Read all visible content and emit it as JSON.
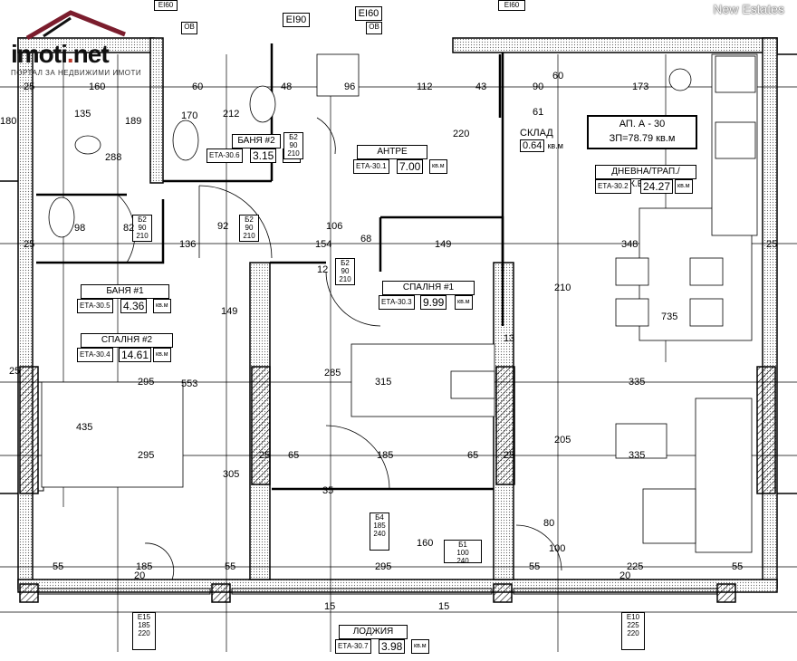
{
  "header": {
    "logo_text": "imoti.net",
    "logo_tagline": "ПОРТАЛ ЗА НЕДВИЖИМИ ИМОТИ",
    "watermark": "New Estates"
  },
  "apartment": {
    "name": "АП. А - 30",
    "area_total": "ЗП=78.79 кв.м"
  },
  "storage": {
    "label": "СКЛАД",
    "area": "0.64",
    "unit": "кв.м"
  },
  "rooms": [
    {
      "id": "bath2",
      "name": "БАНЯ #2",
      "code": "ЕТА-30.6",
      "area": "3.15",
      "unit": "кв.м"
    },
    {
      "id": "hall",
      "name": "АНТРЕ",
      "code": "ЕТА-30.1",
      "area": "7.00",
      "unit": "кв.м"
    },
    {
      "id": "living",
      "name": "ДНЕВНА/ТРАП./К.БОКС",
      "code": "ЕТА-30.2",
      "area": "24.27",
      "unit": "кв.м"
    },
    {
      "id": "bath1",
      "name": "БАНЯ #1",
      "code": "ЕТА-30.5",
      "area": "4.36",
      "unit": "кв.м"
    },
    {
      "id": "bedroom1",
      "name": "СПАЛНЯ #1",
      "code": "ЕТА-30.3",
      "area": "9.99",
      "unit": "кв.м"
    },
    {
      "id": "bedroom2",
      "name": "СПАЛНЯ #2",
      "code": "ЕТА-30.4",
      "area": "14.61",
      "unit": "кв.м"
    },
    {
      "id": "loggia",
      "name": "ЛОДЖИЯ",
      "code": "ЕТА-30.7",
      "area": "3.98",
      "unit": "кв.м"
    }
  ],
  "door_tags": [
    {
      "a": "Б2",
      "b": "90",
      "c": "210"
    },
    {
      "a": "Б2",
      "b": "90",
      "c": "210"
    },
    {
      "a": "Б2",
      "b": "90",
      "c": "210"
    },
    {
      "a": "Б2",
      "b": "90",
      "c": "210"
    },
    {
      "a": "Б1",
      "b": "100",
      "c": "240"
    },
    {
      "a": "Б4",
      "b": "185",
      "c": "240"
    },
    {
      "a": "Е15",
      "b": "185",
      "c": "220"
    },
    {
      "a": "Е10",
      "b": "225",
      "c": "220"
    }
  ],
  "dimensions": {
    "top": [
      "160",
      "112",
      "43",
      "90",
      "60",
      "173",
      "25",
      "96",
      "48",
      "212",
      "170",
      "60",
      "220",
      "61"
    ],
    "left": [
      "135",
      "189",
      "288",
      "98",
      "82",
      "25",
      "180"
    ],
    "mid": [
      "136",
      "92",
      "154",
      "106",
      "68",
      "149",
      "348",
      "210",
      "735",
      "285",
      "149",
      "553",
      "435",
      "305",
      "12",
      "13"
    ],
    "row1": [
      "295",
      "315",
      "335",
      "25",
      "25",
      "35"
    ],
    "row2": [
      "295",
      "65",
      "185",
      "65",
      "205",
      "335",
      "25",
      "25"
    ],
    "bottom": [
      "55",
      "185",
      "55",
      "295",
      "160",
      "55",
      "225",
      "55",
      "15",
      "15",
      "20",
      "20",
      "80",
      "100"
    ]
  },
  "window_codes": [
    "ЕI60",
    "ЕI90",
    "ЕI60",
    "ЕI60",
    "ОВ",
    "ОВ"
  ]
}
